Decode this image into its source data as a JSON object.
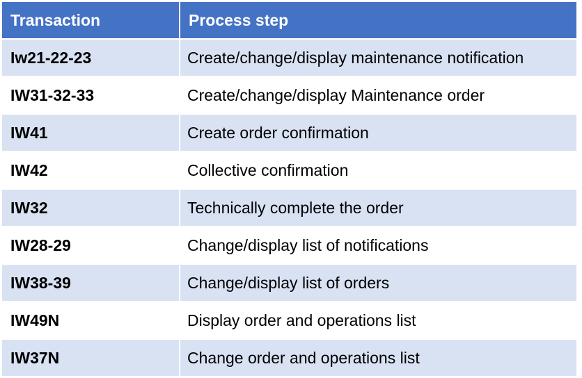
{
  "table": {
    "columns": [
      {
        "label": "Transaction"
      },
      {
        "label": "Process step"
      }
    ],
    "rows": [
      {
        "transaction": "Iw21-22-23",
        "process_step": "Create/change/display maintenance notification"
      },
      {
        "transaction": "IW31-32-33",
        "process_step": "Create/change/display Maintenance order"
      },
      {
        "transaction": "IW41",
        "process_step": "Create order confirmation"
      },
      {
        "transaction": "IW42",
        "process_step": "Collective confirmation"
      },
      {
        "transaction": "IW32",
        "process_step": "Technically complete the order"
      },
      {
        "transaction": "IW28-29",
        "process_step": "Change/display list of notifications"
      },
      {
        "transaction": "IW38-39",
        "process_step": "Change/display list of orders"
      },
      {
        "transaction": "IW49N",
        "process_step": "Display order and operations list"
      },
      {
        "transaction": "IW37N",
        "process_step": "Change order and operations list"
      }
    ]
  },
  "colors": {
    "header_bg": "#4472c4",
    "header_text": "#ffffff",
    "banded_row_bg": "#d9e2f3",
    "plain_row_bg": "#ffffff",
    "body_text": "#000000",
    "grid_line": "#ffffff"
  }
}
